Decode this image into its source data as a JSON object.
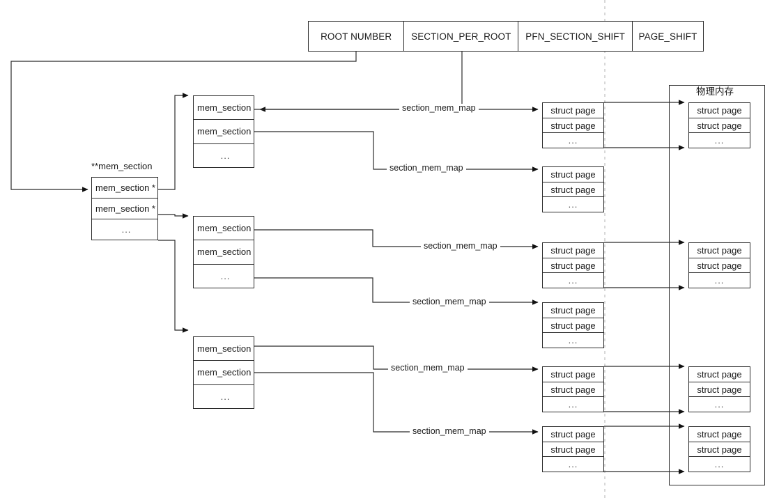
{
  "header": {
    "name": "bit-field-header",
    "fields": [
      {
        "label": "ROOT NUMBER"
      },
      {
        "label": "SECTION_PER_ROOT"
      },
      {
        "label": "PFN_SECTION_SHIFT"
      },
      {
        "label": "PAGE_SHIFT"
      }
    ]
  },
  "root_array": {
    "caption": "**mem_section",
    "rows": [
      "mem_section *",
      "mem_section *",
      "..."
    ]
  },
  "section_blocks": [
    {
      "rows": [
        "mem_section",
        "mem_section",
        "..."
      ]
    },
    {
      "rows": [
        "mem_section",
        "mem_section",
        "..."
      ]
    },
    {
      "rows": [
        "mem_section",
        "mem_section",
        "..."
      ]
    }
  ],
  "wire_labels": [
    {
      "text": "section_mem_map"
    },
    {
      "text": "section_mem_map"
    },
    {
      "text": "section_mem_map"
    },
    {
      "text": "section_mem_map"
    },
    {
      "text": "section_mem_map"
    },
    {
      "text": "section_mem_map"
    }
  ],
  "mem_map_blocks": [
    {
      "rows": [
        "struct page",
        "struct page",
        "..."
      ]
    },
    {
      "rows": [
        "struct page",
        "struct page",
        "..."
      ]
    },
    {
      "rows": [
        "struct page",
        "struct page",
        "..."
      ]
    },
    {
      "rows": [
        "struct page",
        "struct page",
        "..."
      ]
    },
    {
      "rows": [
        "struct page",
        "struct page",
        "..."
      ]
    },
    {
      "rows": [
        "struct page",
        "struct page",
        "..."
      ]
    }
  ],
  "physical_memory": {
    "title": "物理内存",
    "blocks": [
      {
        "rows": [
          "struct page",
          "struct page",
          "..."
        ]
      },
      {
        "rows": [
          "struct page",
          "struct page",
          "..."
        ]
      },
      {
        "rows": [
          "struct page",
          "struct page",
          "..."
        ]
      },
      {
        "rows": [
          "struct page",
          "struct page",
          "..."
        ]
      }
    ]
  },
  "colors": {
    "stroke": "#2b2b2b",
    "dashed": "#d0d0d0",
    "background": "#ffffff"
  }
}
